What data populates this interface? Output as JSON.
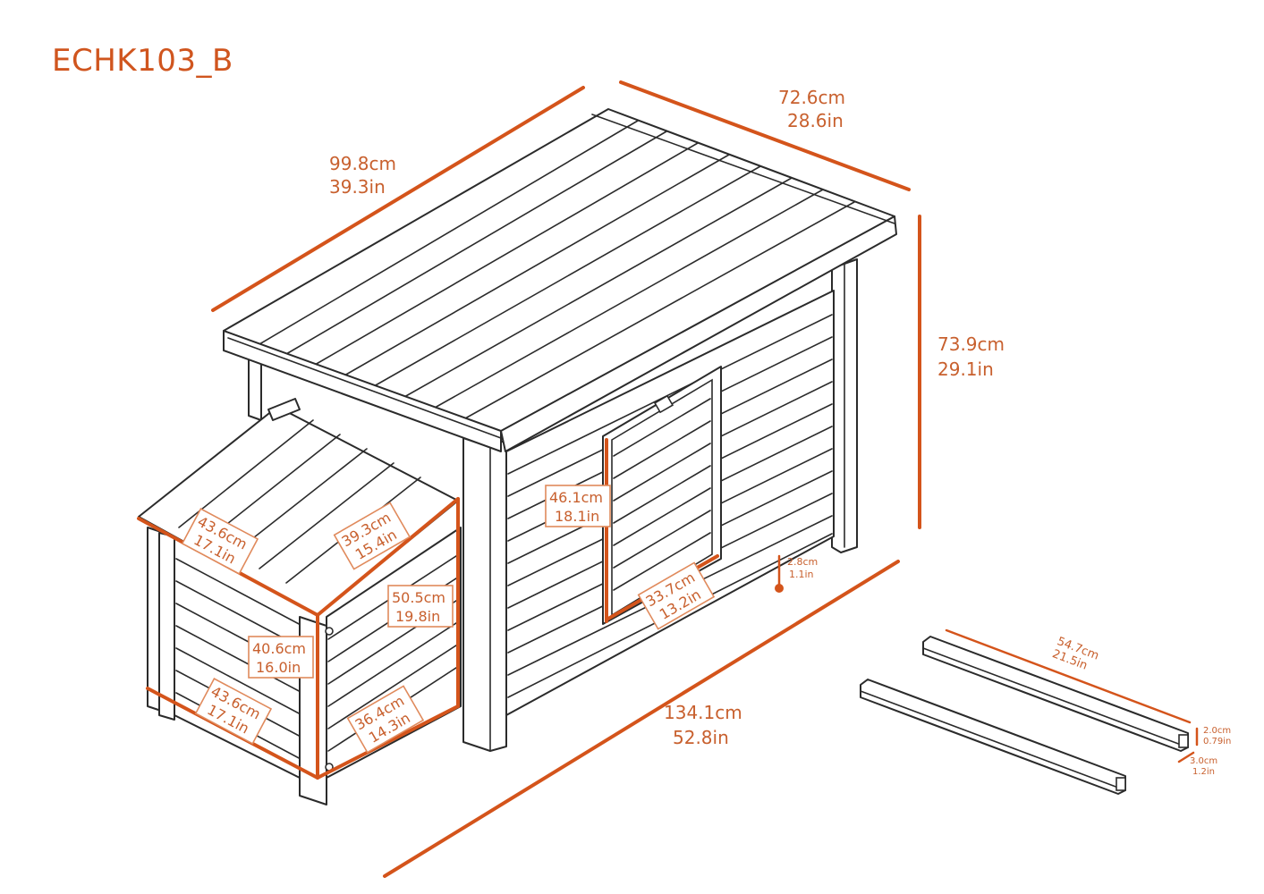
{
  "title": "ECHK103_B",
  "colors": {
    "dimension_line": "#d4541b",
    "label_text": "#c8602e",
    "drawing_line": "#2b2b2b"
  },
  "dimensions": {
    "overall_depth": {
      "cm": "99.8cm",
      "in": "39.3in"
    },
    "overall_width": {
      "cm": "72.6cm",
      "in": "28.6in"
    },
    "overall_height": {
      "cm": "73.9cm",
      "in": "29.1in"
    },
    "overall_length": {
      "cm": "134.1cm",
      "in": "52.8in"
    },
    "door_height": {
      "cm": "46.1cm",
      "in": "18.1in"
    },
    "door_width": {
      "cm": "33.7cm",
      "in": "13.2in"
    },
    "leg_height": {
      "cm": "2.8cm",
      "in": "1.1in"
    },
    "nest_roof_front": {
      "cm": "43.6cm",
      "in": "17.1in"
    },
    "nest_roof_side": {
      "cm": "39.3cm",
      "in": "15.4in"
    },
    "nest_height_back": {
      "cm": "50.5cm",
      "in": "19.8in"
    },
    "nest_height_front": {
      "cm": "40.6cm",
      "in": "16.0in"
    },
    "nest_base_front": {
      "cm": "43.6cm",
      "in": "17.1in"
    },
    "nest_base_side": {
      "cm": "36.4cm",
      "in": "14.3in"
    },
    "rail_length": {
      "cm": "54.7cm",
      "in": "21.5in"
    },
    "rail_height": {
      "cm": "2.0cm",
      "in": "0.79in"
    },
    "rail_width": {
      "cm": "3.0cm",
      "in": "1.2in"
    }
  }
}
